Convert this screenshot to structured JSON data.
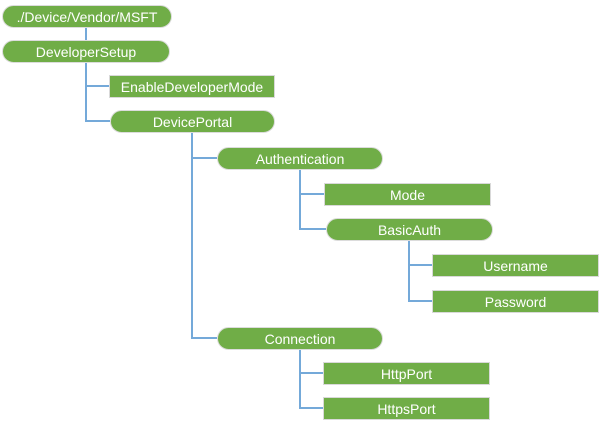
{
  "diagram": {
    "type": "tree",
    "nodes": [
      {
        "label": "./Device/Vendor/MSFT",
        "shape": "rounded",
        "parent": null
      },
      {
        "label": "DeveloperSetup",
        "shape": "rounded",
        "parent": "./Device/Vendor/MSFT"
      },
      {
        "label": "EnableDeveloperMode",
        "shape": "rectangle",
        "parent": "DeveloperSetup"
      },
      {
        "label": "DevicePortal",
        "shape": "rounded",
        "parent": "DeveloperSetup"
      },
      {
        "label": "Authentication",
        "shape": "rounded",
        "parent": "DevicePortal"
      },
      {
        "label": "Mode",
        "shape": "rectangle",
        "parent": "Authentication"
      },
      {
        "label": "BasicAuth",
        "shape": "rounded",
        "parent": "Authentication"
      },
      {
        "label": "Username",
        "shape": "rectangle",
        "parent": "BasicAuth"
      },
      {
        "label": "Password",
        "shape": "rectangle",
        "parent": "BasicAuth"
      },
      {
        "label": "Connection",
        "shape": "rounded",
        "parent": "DevicePortal"
      },
      {
        "label": "HttpPort",
        "shape": "rectangle",
        "parent": "Connection"
      },
      {
        "label": "HttpsPort",
        "shape": "rectangle",
        "parent": "Connection"
      }
    ],
    "colors": {
      "node_fill": "#70AD47",
      "node_text": "#FFFFFF",
      "connector": "#74A9D9",
      "rect_border": "#D9D9D9"
    }
  }
}
